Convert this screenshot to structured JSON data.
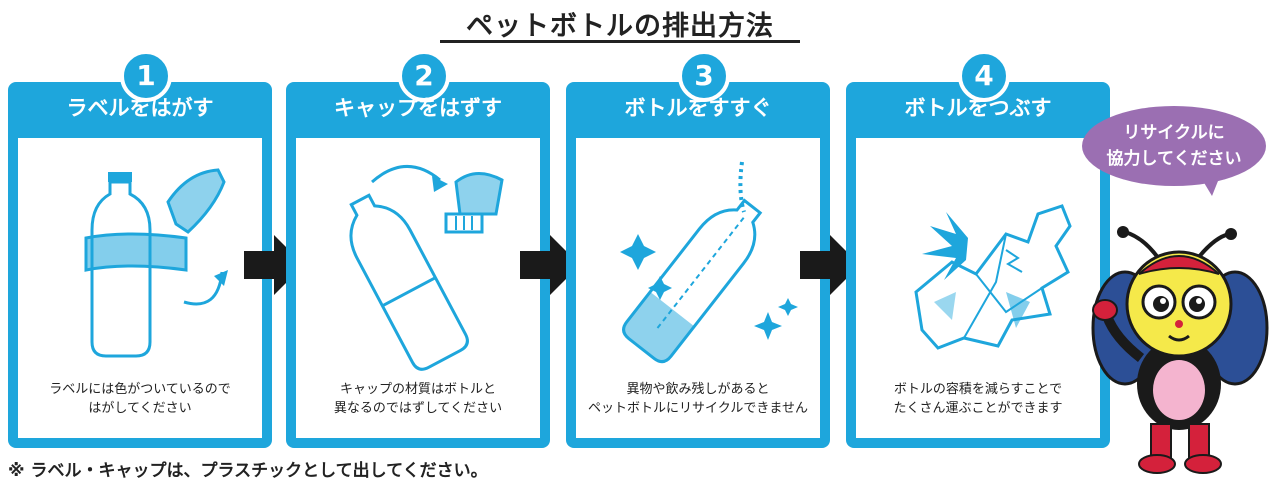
{
  "title": "ペットボトルの排出方法",
  "steps": [
    {
      "number": "1",
      "title": "ラベルをはがす",
      "desc_line1": "ラベルには色がついているので",
      "desc_line2": "はがしてください"
    },
    {
      "number": "2",
      "title": "キャップをはずす",
      "desc_line1": "キャップの材質はボトルと",
      "desc_line2": "異なるのではずしてください"
    },
    {
      "number": "3",
      "title": "ボトルをすすぐ",
      "desc_line1": "異物や飲み残しがあると",
      "desc_line2": "ペットボトルにリサイクルできません"
    },
    {
      "number": "4",
      "title": "ボトルをつぶす",
      "desc_line1": "ボトルの容積を減らすことで",
      "desc_line2": "たくさん運ぶことができます"
    }
  ],
  "bubble": {
    "line1": "リサイクルに",
    "line2": "協力してください"
  },
  "footnote": "※ ラベル・キャップは、プラスチックとして出してください。",
  "colors": {
    "accent": "#1ea6dc",
    "bubble": "#9b6fb2",
    "arrow": "#1a1a1a",
    "mascot_body": "#f5e94a"
  }
}
